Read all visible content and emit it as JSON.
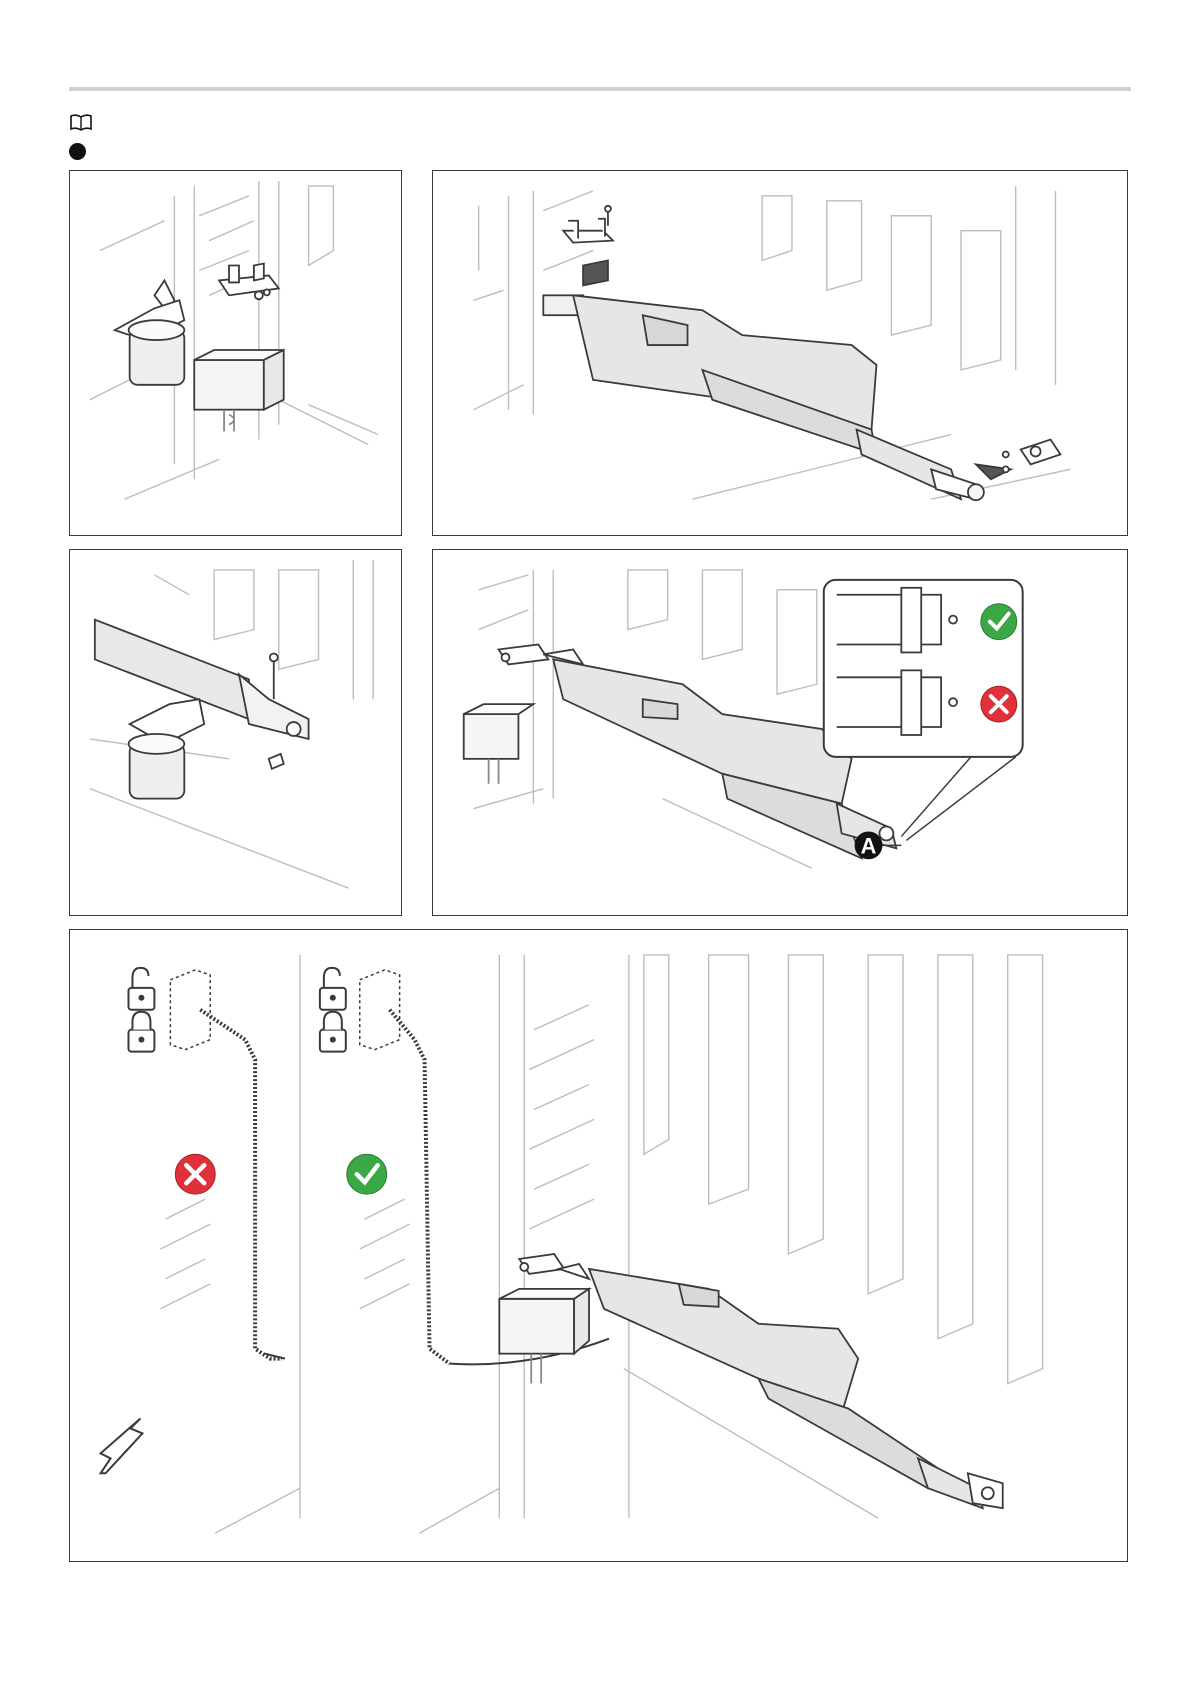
{
  "header": {
    "book_icon": "book-icon",
    "bullet_icon": "black-dot-icon"
  },
  "panels": [
    {
      "id": "p1",
      "icons": [
        "gate-post",
        "bracket",
        "motor-housing",
        "junction-box"
      ]
    },
    {
      "id": "p2",
      "icons": [
        "rear-bracket",
        "front-bracket",
        "actuator",
        "insert-arrows"
      ]
    },
    {
      "id": "p3",
      "icons": [
        "bolt",
        "nut",
        "actuator-end",
        "motor-housing"
      ]
    },
    {
      "id": "p4",
      "icons": [
        "actuator",
        "detail-callout",
        "check-icon",
        "cross-icon"
      ],
      "callout": "A"
    },
    {
      "id": "p5",
      "icons": [
        "unlocked-padlock-icon",
        "locked-padlock-icon",
        "cross-icon",
        "check-icon",
        "down-arrow-icon",
        "actuator",
        "cable"
      ]
    }
  ],
  "colors": {
    "line": "#3a3a3a",
    "light_line": "#bdbdbd",
    "actuator_fill": "#e6e6e6",
    "check_green": "#3aa845",
    "cross_red": "#e0303a"
  }
}
